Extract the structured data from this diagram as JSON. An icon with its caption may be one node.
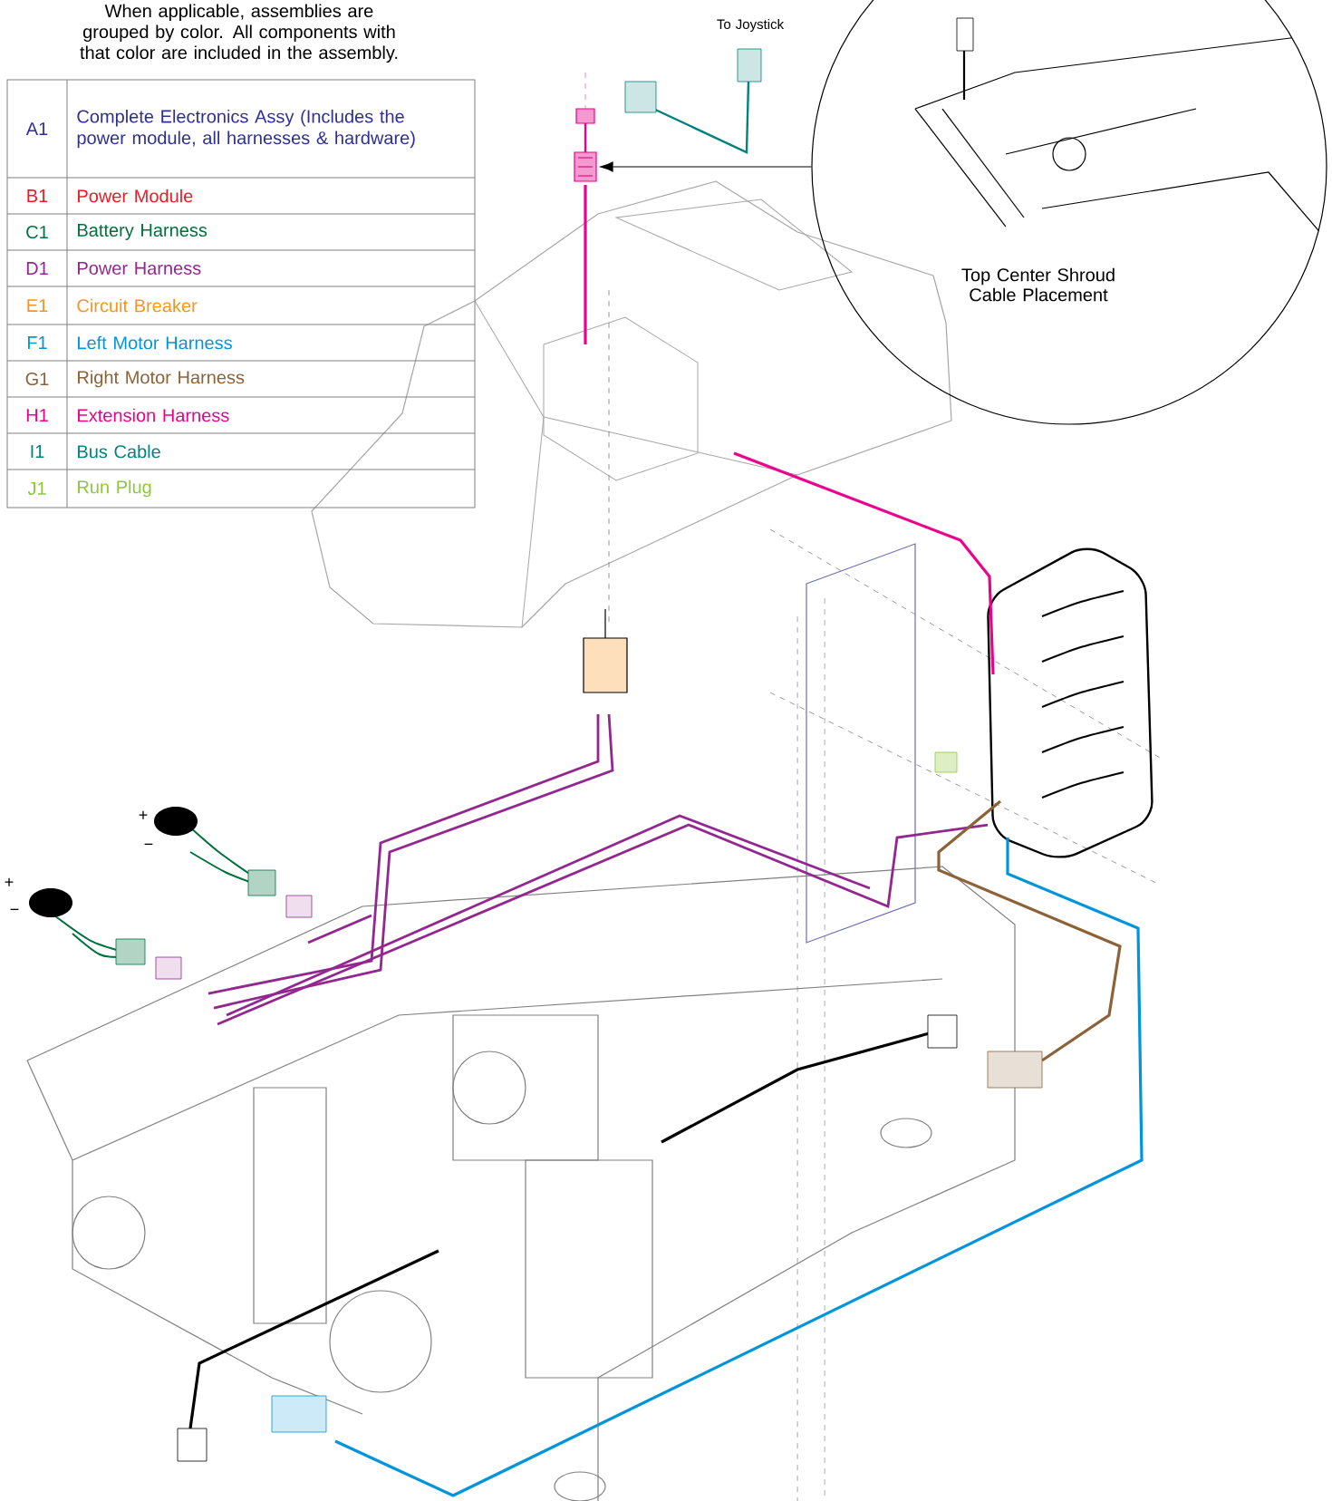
{
  "diagram": {
    "nodes": [
      {
        "text": [
          "Top Center Shroud Cable Placement"
        ]
      },
      {
        "text": [],
        "shape": "picture"
      }
    ],
    "edges": [
      {
        "from": 0,
        "to": 1,
        "arrow": "to"
      }
    ],
    "labels": [
      "When applicable, assemblies are grouped by color. All components with that color are included in the assembly.",
      "A1",
      "Complete Electronics Assy (Includes the power module, all harnesses & hardware)",
      "B1",
      "Power Module",
      "C1",
      "Battery Harness",
      "D1",
      "Power Harness",
      "E1",
      "Circuit Breaker",
      "F1",
      "Left Motor Harness",
      "G1",
      "Right Motor Harness",
      "H1",
      "Extension Harness",
      "I1",
      "Bus Cable",
      "J1",
      "Run Plug",
      "To Joystick",
      "+",
      "−",
      "+",
      "−"
    ]
  }
}
